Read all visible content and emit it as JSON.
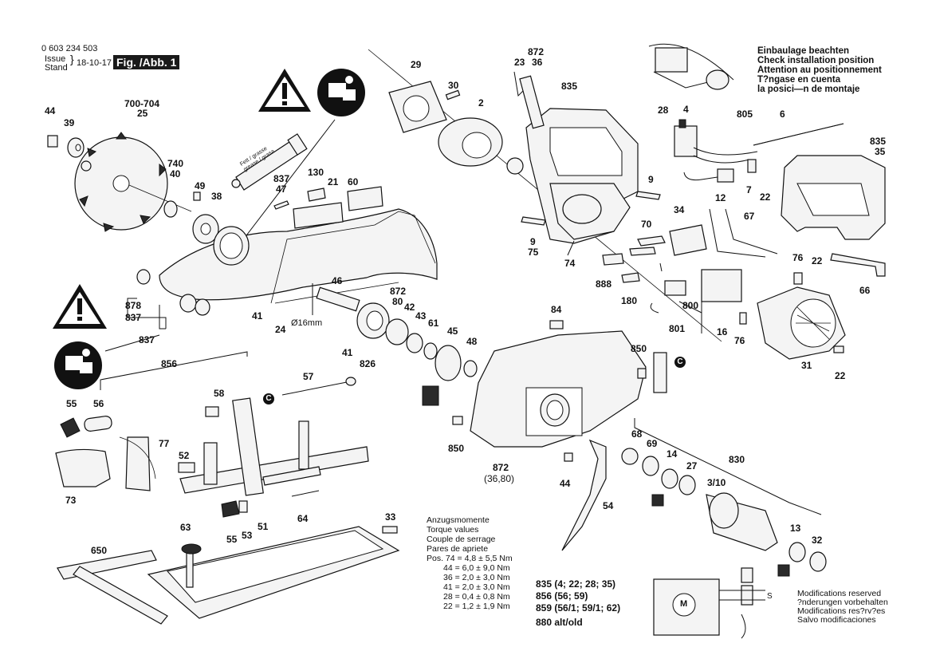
{
  "header": {
    "part_number": "0 603 234 503",
    "issue_label": "Issue",
    "stand_label": "Stand",
    "issue_date": "18-10-17",
    "figure_label": "Fig. /Abb. 1"
  },
  "installation_note": [
    "Einbaulage beachten",
    "Check installation position",
    "Attention au positionnement",
    "T?ngase en cuenta",
    "la posici—n de montaje"
  ],
  "grease_tube_text": "Fett / grasse\ngrease / grasa",
  "diameter_note": "Ø16mm",
  "part_labels": {
    "p44a": "44",
    "p39": "39",
    "p700": "700-704",
    "p25": "25",
    "p740": "740",
    "p40": "40",
    "p49": "49",
    "p38": "38",
    "p837a": "837",
    "p47": "47",
    "p130": "130",
    "p21": "21",
    "p60": "60",
    "p29": "29",
    "p30": "30",
    "p2": "2",
    "p872a": "872",
    "p23": "23",
    "p36a": "36",
    "p835a": "835",
    "p28": "28",
    "p4": "4",
    "p805": "805",
    "p6": "6",
    "p835b": "835",
    "p35": "35",
    "p9a": "9",
    "p7": "7",
    "p22a": "22",
    "p12": "12",
    "p9b": "9",
    "p75": "75",
    "p74": "74",
    "p70": "70",
    "p34": "34",
    "p67": "67",
    "p22b": "22",
    "p76a": "76",
    "p66": "66",
    "p888": "888",
    "p180": "180",
    "p800": "800",
    "p801": "801",
    "p16": "16",
    "p76b": "76",
    "p31": "31",
    "p22c": "22",
    "p46": "46",
    "p872b": "872",
    "p80": "80",
    "p42": "42",
    "p43": "43",
    "p61": "61",
    "p45": "45",
    "p48": "48",
    "p41a": "41",
    "p41b": "41",
    "p24": "24",
    "p826": "826",
    "p84": "84",
    "p850a": "850",
    "p850b": "850",
    "p878": "878",
    "p837b": "837",
    "p837c": "837",
    "p856": "856",
    "p56": "56",
    "p55a": "55",
    "p58": "58",
    "p57": "57",
    "p77": "77",
    "p52": "52",
    "p73": "73",
    "p63": "63",
    "p53": "53",
    "p55b": "55",
    "p51": "51",
    "p64": "64",
    "p33": "33",
    "p650": "650",
    "p872c": "872",
    "p3680": "(36,80)",
    "p44b": "44",
    "p54": "54",
    "p68": "68",
    "p69": "69",
    "p14": "14",
    "p27": "27",
    "p310": "3/10",
    "p830": "830",
    "p13": "13",
    "p32": "32"
  },
  "torque_table": {
    "titles": [
      "Anzugsmomente",
      "Torque values",
      "Couple de serrage",
      "Pares de apriete"
    ],
    "rows": [
      "Pos. 74 = 4,8 ± 5,5 Nm",
      "44 = 6,0 ± 9,0 Nm",
      "36 = 2,0 ± 3,0 Nm",
      "41 = 2,0 ± 3,0 Nm",
      "28 = 0,4 ± 0,8 Nm",
      "22 = 1,2 ± 1,9 Nm"
    ]
  },
  "assembly_legend": [
    "835 (4; 22; 28; 35)",
    "856 (56; 59)",
    "859 (56/1; 59/1; 62)",
    "880 alt/old"
  ],
  "wiring_motor_label": "M",
  "wiring_s_label": "S",
  "modifications_note": [
    "Modifications reserved",
    "?nderungen vorbehalten",
    "Modifications res?rv?es",
    "Salvo modificaciones"
  ],
  "c_marker": "C"
}
